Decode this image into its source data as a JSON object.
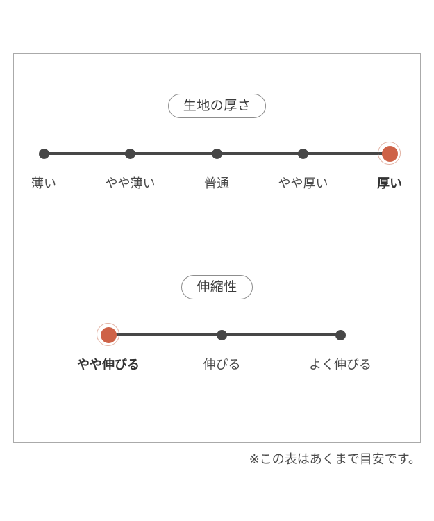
{
  "panel": {
    "sections": [
      {
        "id": "thickness",
        "title": "生地の厚さ",
        "selected_index": 4,
        "points": [
          {
            "label": "薄い",
            "position_pct": 0
          },
          {
            "label": "やや薄い",
            "position_pct": 25
          },
          {
            "label": "普通",
            "position_pct": 50
          },
          {
            "label": "やや厚い",
            "position_pct": 75
          },
          {
            "label": "厚い",
            "position_pct": 100
          }
        ]
      },
      {
        "id": "stretch",
        "title": "伸縮性",
        "selected_index": 0,
        "points": [
          {
            "label": "やや伸びる",
            "position_pct": 0
          },
          {
            "label": "伸びる",
            "position_pct": 49
          },
          {
            "label": "よく伸びる",
            "position_pct": 100
          }
        ]
      }
    ]
  },
  "footnote": "※この表はあくまで目安です。",
  "colors": {
    "accent": "#ce6247",
    "accent_ring": "#e2b2a3",
    "track": "#474747",
    "dot": "#474747",
    "text": "#4a4a4a",
    "border": "#aaaaaa",
    "pill_border": "#8d8d8d",
    "background": "#ffffff"
  },
  "chart_data": {
    "type": "table",
    "title": "",
    "series": [
      {
        "name": "生地の厚さ",
        "categories": [
          "薄い",
          "やや薄い",
          "普通",
          "やや厚い",
          "厚い"
        ],
        "values": [
          0,
          0,
          0,
          0,
          1
        ],
        "selected": "厚い"
      },
      {
        "name": "伸縮性",
        "categories": [
          "やや伸びる",
          "伸びる",
          "よく伸びる"
        ],
        "values": [
          1,
          0,
          0
        ],
        "selected": "やや伸びる"
      }
    ],
    "annotations": [
      "※この表はあくまで目安です。"
    ]
  }
}
